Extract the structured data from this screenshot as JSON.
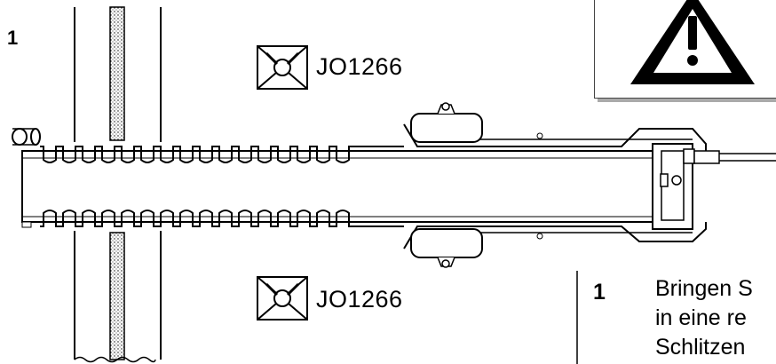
{
  "figure": {
    "step_label": "1"
  },
  "part_top": {
    "code": "JO1266"
  },
  "part_bottom": {
    "code": "JO1266"
  },
  "instructions": {
    "number": "1",
    "lines": [
      "Bringen S",
      "in eine re",
      "Schlitzen"
    ]
  },
  "colors": {
    "line": "#000000",
    "shadow": "#aaaaaa"
  }
}
